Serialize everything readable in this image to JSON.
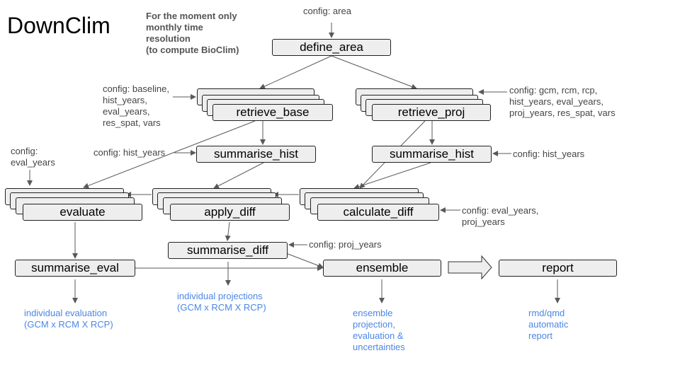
{
  "title": "DownClim",
  "note": [
    "For the moment only",
    "monthly time",
    "resolution",
    "(to compute BioClim)"
  ],
  "boxes": {
    "define_area": "define_area",
    "retrieve_base": "retrieve_base",
    "retrieve_proj": "retrieve_proj",
    "summarise_hist_left": "summarise_hist",
    "summarise_hist_right": "summarise_hist",
    "evaluate": "evaluate",
    "apply_diff": "apply_diff",
    "calculate_diff": "calculate_diff",
    "summarise_diff": "summarise_diff",
    "summarise_eval": "summarise_eval",
    "ensemble": "ensemble",
    "report": "report"
  },
  "configs": {
    "area": [
      "config: area"
    ],
    "baseline": [
      "config: baseline,",
      "hist_years,",
      "eval_years,",
      "res_spat, vars"
    ],
    "proj": [
      "config: gcm, rcm, rcp,",
      "hist_years, eval_years,",
      "proj_years, res_spat, vars"
    ],
    "hist_left": [
      "config: hist_years"
    ],
    "hist_right": [
      "config: hist_years"
    ],
    "eval": [
      "config:",
      "eval_years"
    ],
    "calc": [
      "config: eval_years,",
      "proj_years"
    ],
    "proj_years": [
      "config: proj_years"
    ]
  },
  "outputs": {
    "individual_evaluation": [
      "individual evaluation",
      "(GCM x RCM X RCP)"
    ],
    "individual_projections": [
      "individual projections",
      "(GCM x RCM X RCP)"
    ],
    "ensemble": [
      "ensemble",
      "projection,",
      "evaluation &",
      "uncertainties"
    ],
    "report": [
      "rmd/qmd",
      "automatic",
      "report"
    ]
  },
  "colors": {
    "output_text": "#4a86e8",
    "box_fill": "#eeeeee",
    "box_border": "#222222"
  }
}
